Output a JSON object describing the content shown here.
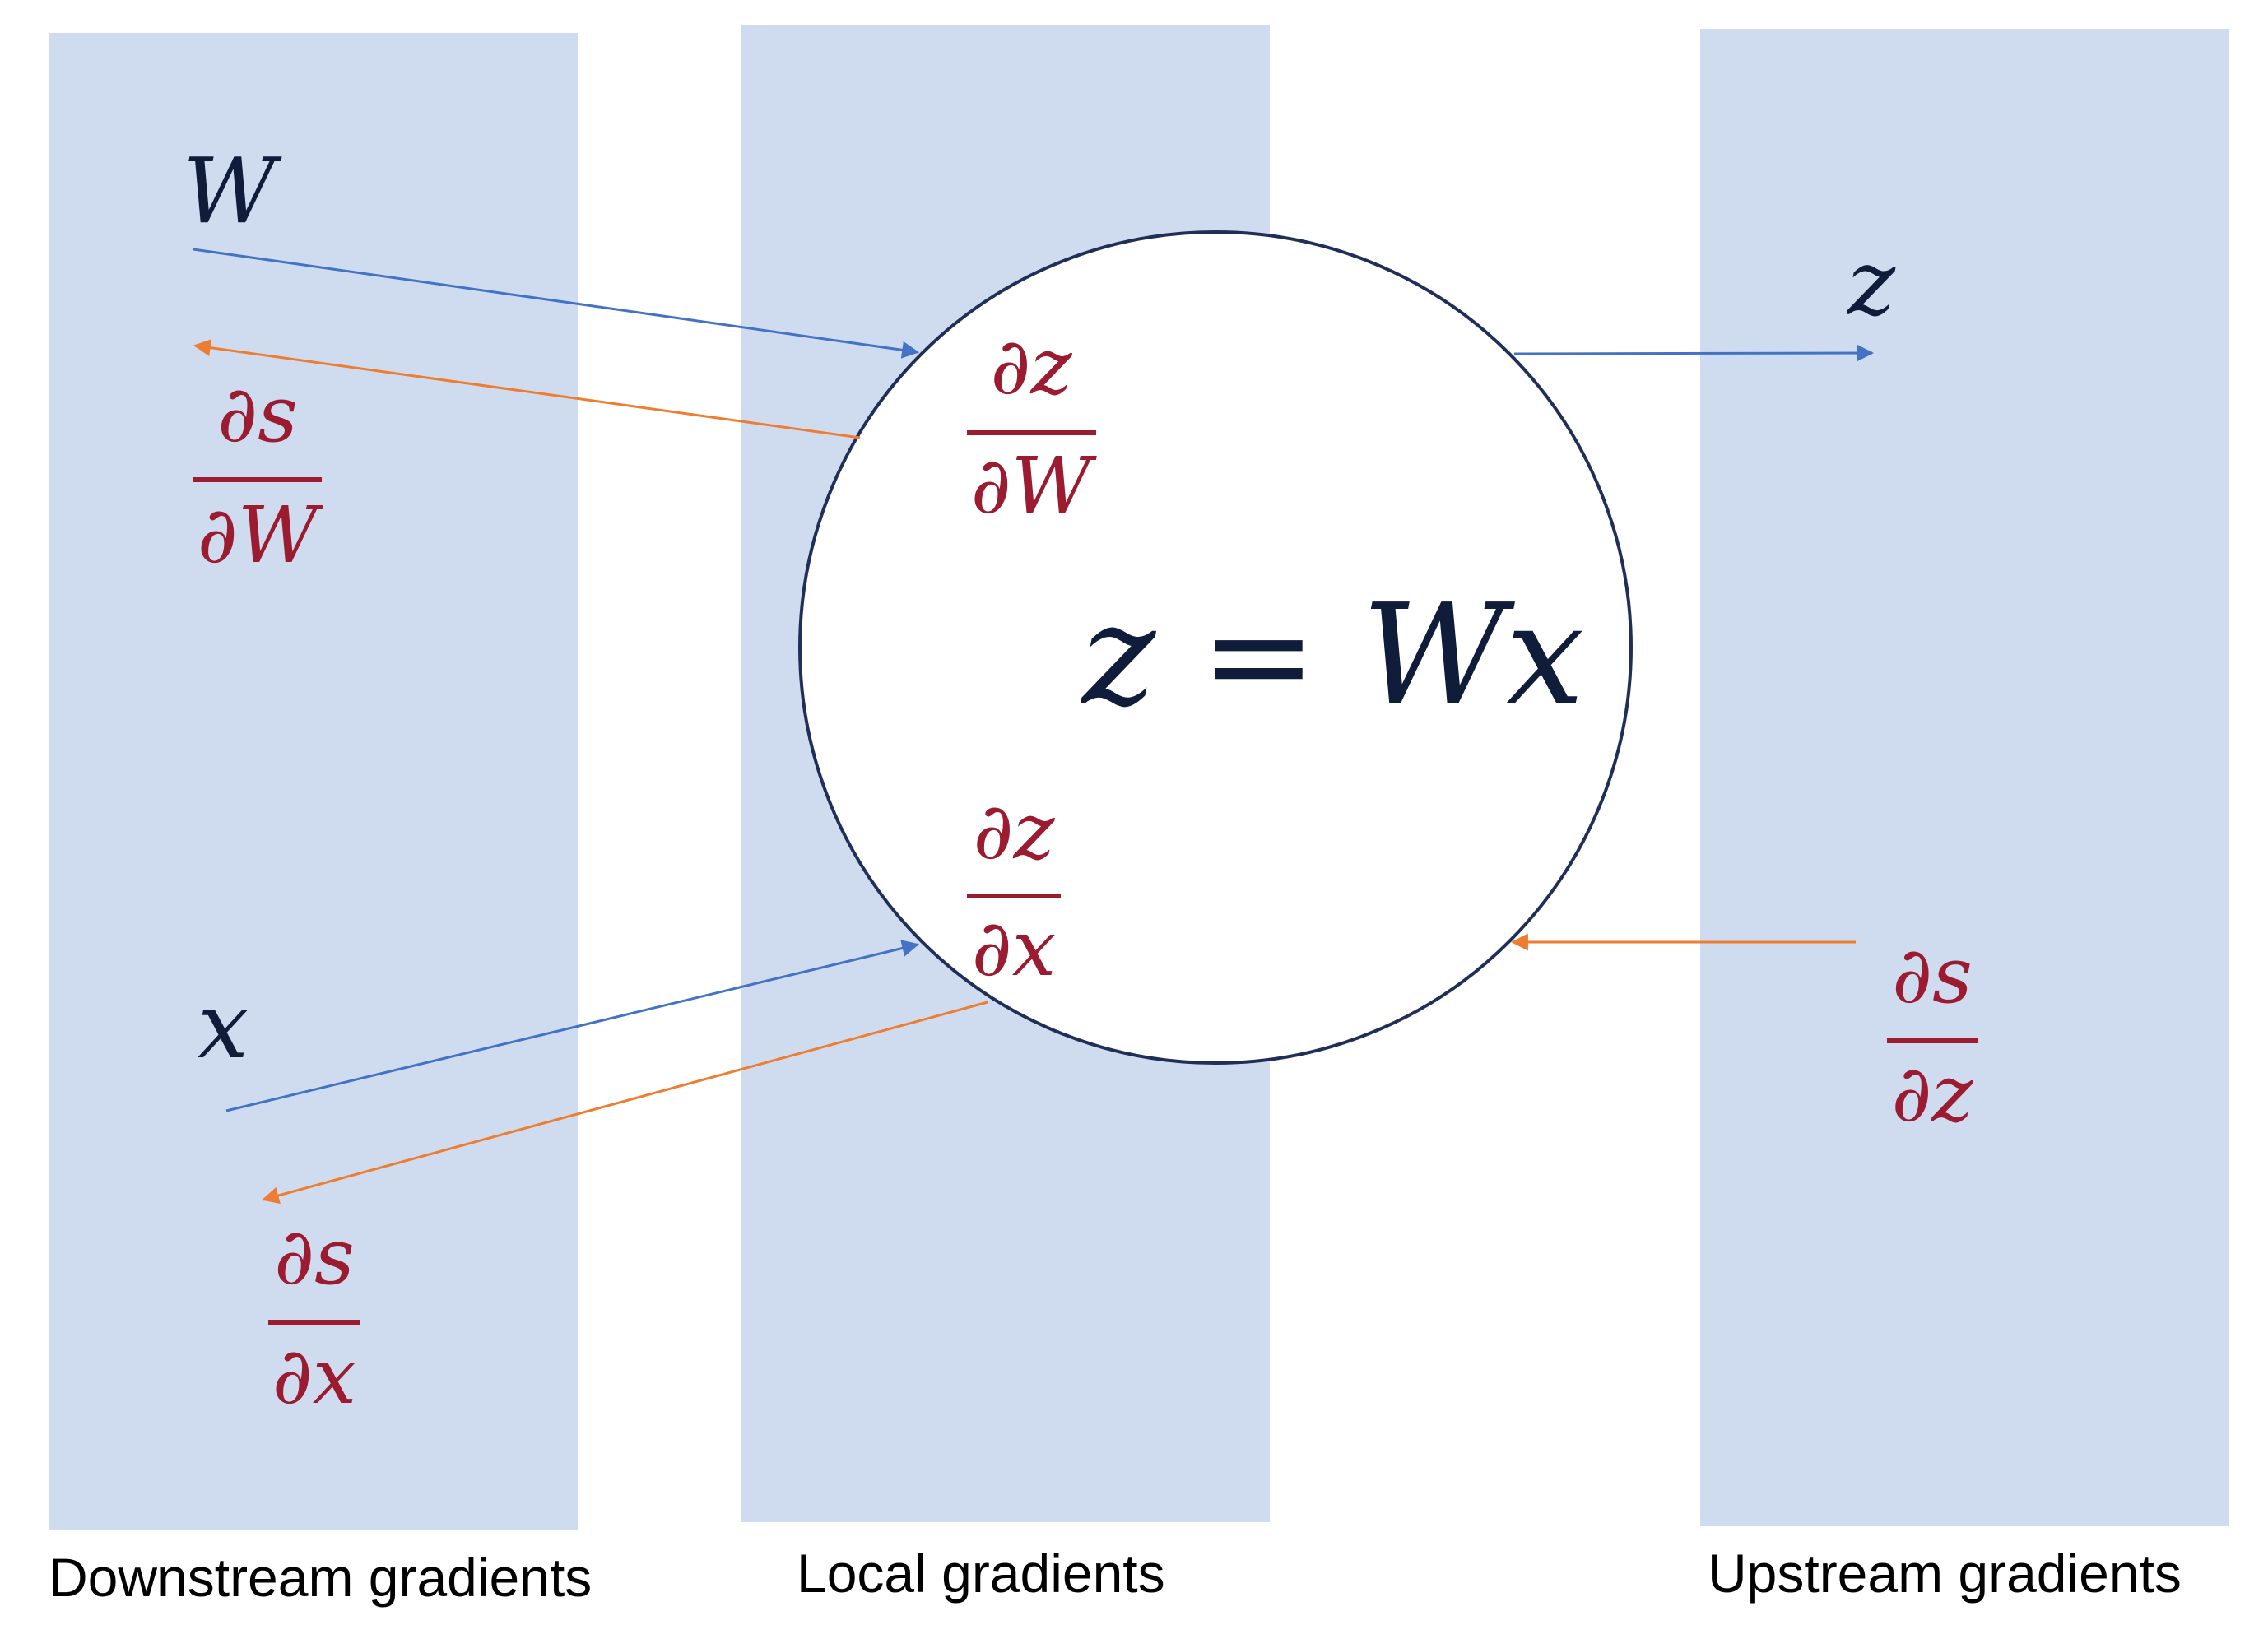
{
  "colors": {
    "panel": "#cfdcef",
    "circle_stroke": "#1f2f57",
    "variable_text": "#0f1d3a",
    "gradient_text": "#9b1b30",
    "forward_arrow": "#4472c4",
    "backward_arrow": "#ed7d31"
  },
  "captions": {
    "downstream": "Downstream gradients",
    "local": "Local gradients",
    "upstream": "Upstream gradients"
  },
  "node": {
    "equation": "z = Wx"
  },
  "inputs": {
    "W": "W",
    "x": "x"
  },
  "output": {
    "z": "z"
  },
  "local_gradients": {
    "dz_dW": {
      "numerator": "∂z",
      "denominator": "∂W"
    },
    "dz_dx": {
      "numerator": "∂z",
      "denominator": "∂x"
    }
  },
  "downstream_gradients": {
    "ds_dW": {
      "numerator": "∂s",
      "denominator": "∂W"
    },
    "ds_dx": {
      "numerator": "∂s",
      "denominator": "∂x"
    }
  },
  "upstream_gradient": {
    "ds_dz": {
      "numerator": "∂s",
      "denominator": "∂z"
    }
  },
  "icons": {
    "forward": "arrow-right-icon",
    "backward": "arrow-left-icon"
  }
}
